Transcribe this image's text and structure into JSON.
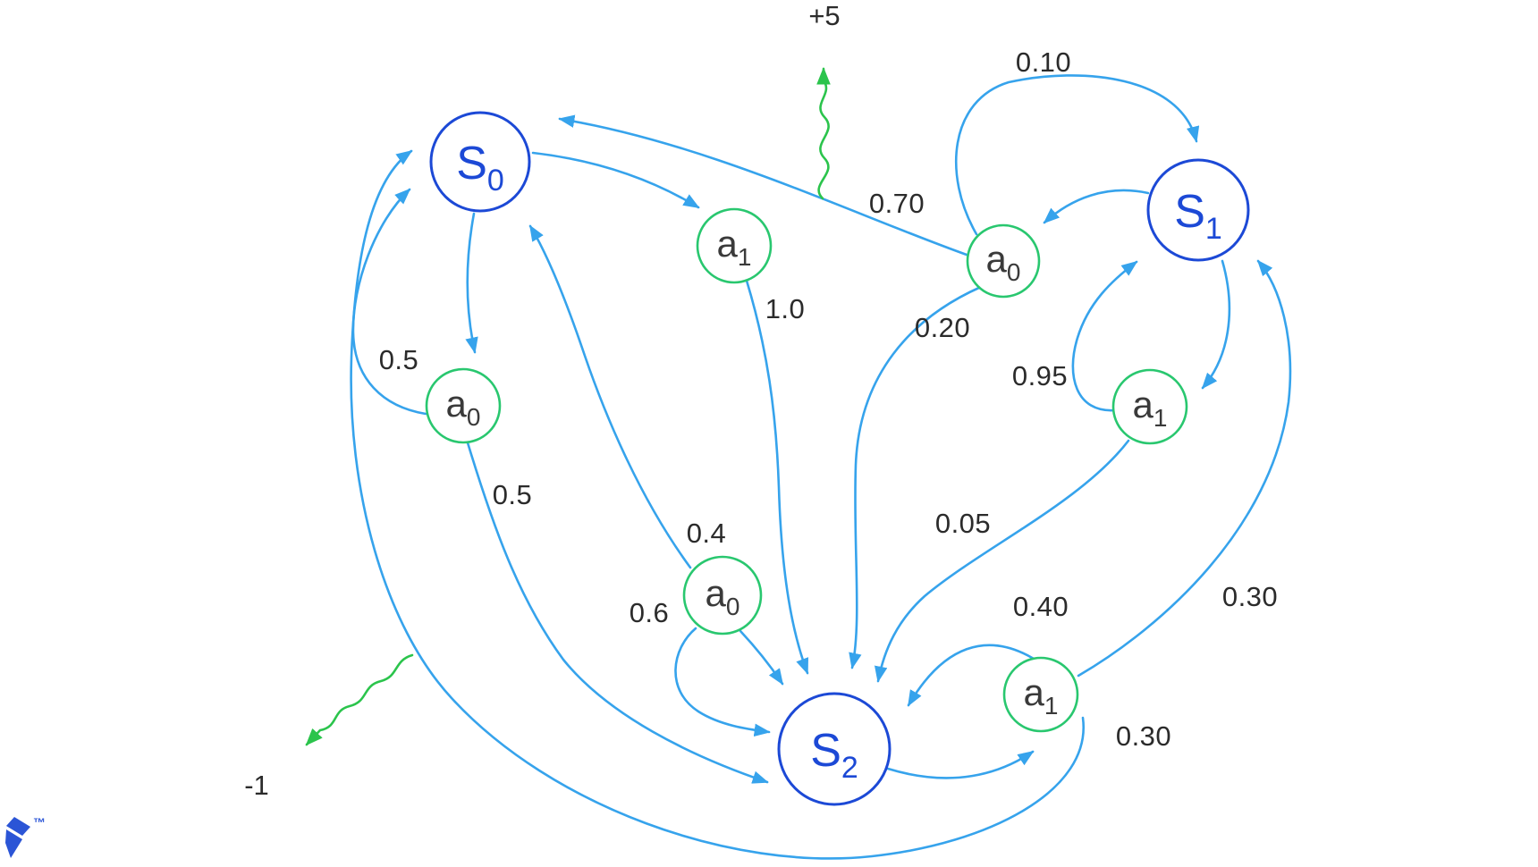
{
  "states": [
    {
      "base": "S",
      "sub": "0"
    },
    {
      "base": "S",
      "sub": "1"
    },
    {
      "base": "S",
      "sub": "2"
    }
  ],
  "actions": [
    {
      "base": "a",
      "sub": "0"
    },
    {
      "base": "a",
      "sub": "1"
    },
    {
      "base": "a",
      "sub": "0"
    },
    {
      "base": "a",
      "sub": "1"
    },
    {
      "base": "a",
      "sub": "0"
    },
    {
      "base": "a",
      "sub": "1"
    }
  ],
  "transitions": [
    {
      "from": "S1",
      "action": "a0",
      "to": "S1",
      "p": "0.10"
    },
    {
      "from": "S1",
      "action": "a0",
      "to": "S0",
      "p": "0.70",
      "reward": "+5"
    },
    {
      "from": "S1",
      "action": "a0",
      "to": "S2",
      "p": "0.20"
    },
    {
      "from": "S0",
      "action": "a0",
      "to": "S0",
      "p": "0.5"
    },
    {
      "from": "S0",
      "action": "a0",
      "to": "S2",
      "p": "0.5"
    },
    {
      "from": "S0",
      "action": "a1",
      "to": "S2",
      "p": "1.0"
    },
    {
      "from": "S1",
      "action": "a1",
      "to": "S1",
      "p": "0.95"
    },
    {
      "from": "S1",
      "action": "a1",
      "to": "S2",
      "p": "0.05"
    },
    {
      "from": "S2",
      "action": "a0",
      "to": "S0",
      "p": "0.4"
    },
    {
      "from": "S2",
      "action": "a0",
      "to": "S2",
      "p": "0.6"
    },
    {
      "from": "S2",
      "action": "a1",
      "to": "S2",
      "p": "0.40"
    },
    {
      "from": "S2",
      "action": "a1",
      "to": "S1",
      "p": "0.30"
    },
    {
      "from": "S2",
      "action": "a1",
      "to": "S0",
      "p": "0.30",
      "reward": "-1"
    }
  ],
  "watermark": {
    "trademark": "™"
  },
  "colors": {
    "state": "#1c49d6",
    "action": "#29c76f",
    "edge": "#36a3ec",
    "reward": "#2bc44c",
    "label": "#2b2b2b",
    "atext": "#3a3a3a",
    "logo": "#2b55d6"
  }
}
